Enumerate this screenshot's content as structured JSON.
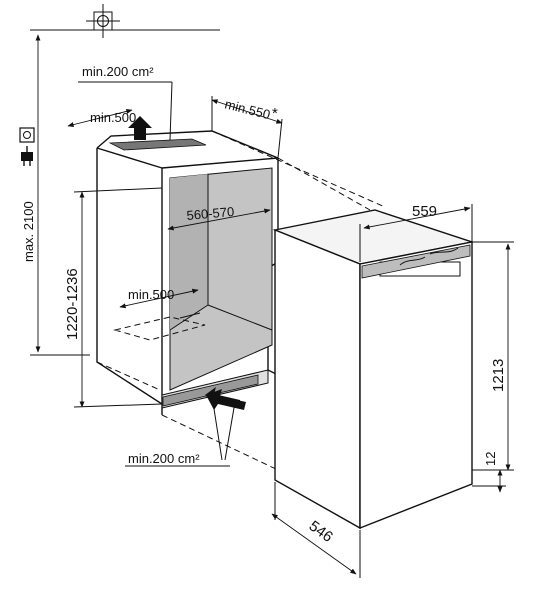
{
  "labels": {
    "top_vent": "min.200 cm²",
    "top_depth": "min.500",
    "niche_depth": "min.550",
    "niche_depth_star": "*",
    "total_height": "max. 2100",
    "niche_height": "1220-1236",
    "niche_width": "560-570",
    "floor_depth": "min.500",
    "bottom_vent": "min.200 cm²",
    "appliance_width": "559",
    "appliance_height": "1213",
    "plinth_height": "12",
    "appliance_depth": "546"
  },
  "icons": [
    "ceiling-mark-icon",
    "power-socket-icon",
    "power-plug-icon",
    "ventilation-arrow-icon"
  ]
}
